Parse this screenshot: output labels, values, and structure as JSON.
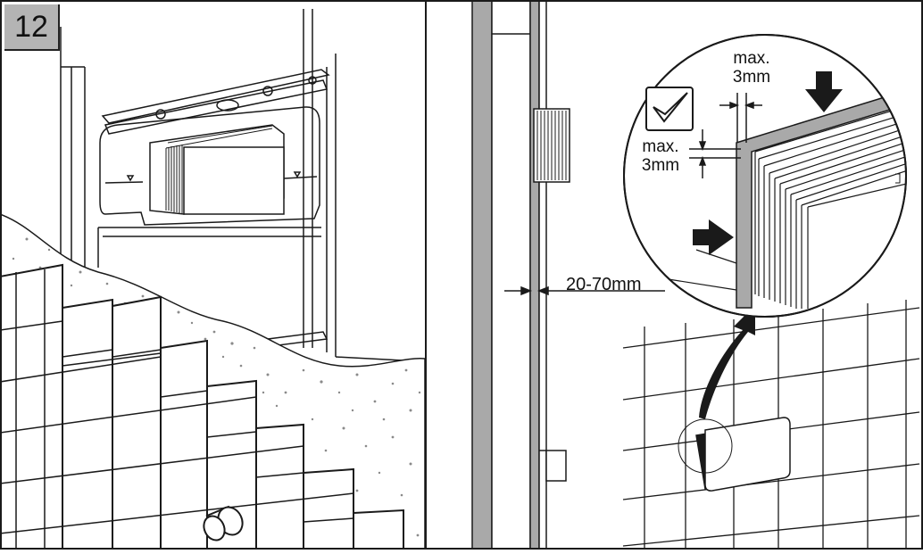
{
  "step_number": "12",
  "dimensions": {
    "wall_gap": "20-70mm",
    "max_label": "max.",
    "gap_value": "3mm"
  },
  "colors": {
    "line": "#1a1a1a",
    "badge": "#b4b4b4",
    "wall_fill": "#a9a9a9",
    "mortar_dot": "#8a8a8a"
  },
  "icons": [
    "check-icon",
    "down-arrow-icon",
    "right-arrow-icon",
    "curved-arrow-icon"
  ]
}
